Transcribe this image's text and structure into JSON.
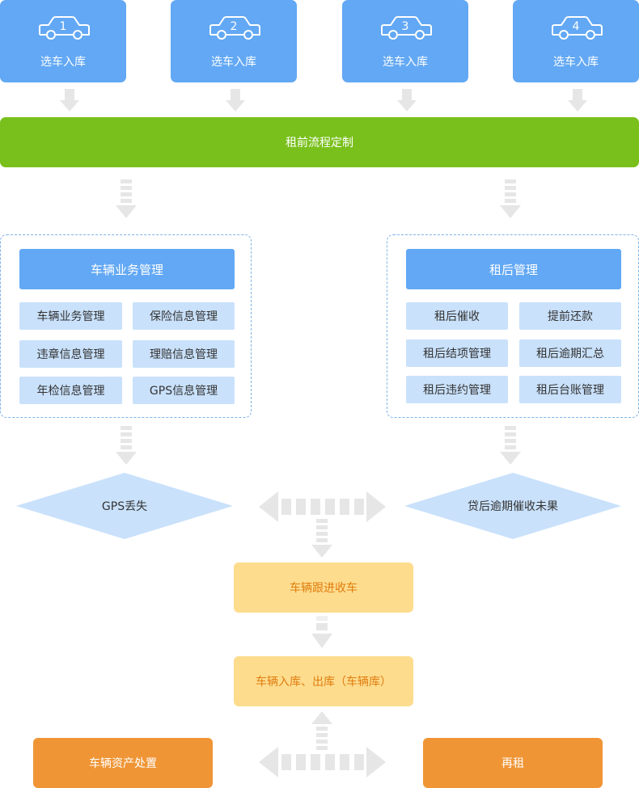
{
  "intake": {
    "cars": [
      {
        "number": "1",
        "label": "选车入库"
      },
      {
        "number": "2",
        "label": "选车入库"
      },
      {
        "number": "3",
        "label": "选车入库"
      },
      {
        "number": "4",
        "label": "选车入库"
      }
    ]
  },
  "banner": {
    "label": "租前流程定制"
  },
  "left_panel": {
    "title": "车辆业务管理",
    "items": [
      "车辆业务管理",
      "保险信息管理",
      "违章信息管理",
      "理赔信息管理",
      "年检信息管理",
      "GPS信息管理"
    ]
  },
  "right_panel": {
    "title": "租后管理",
    "items": [
      "租后催收",
      "提前还款",
      "租后结项管理",
      "租后逾期汇总",
      "租后违约管理",
      "租后台账管理"
    ]
  },
  "diamonds": {
    "left": "GPS丢失",
    "right": "贷后逾期催收未果"
  },
  "follow_up": {
    "label": "车辆跟进收车"
  },
  "garage": {
    "label": "车辆入库、出库（车辆库）"
  },
  "outcomes": {
    "left": "车辆资产处置",
    "right": "再租"
  },
  "colors": {
    "blue": "#62a8f4",
    "light_blue": "#c9e1fb",
    "green": "#79c01c",
    "yellow": "#fddc8d",
    "orange": "#f09535",
    "arrow_grey": "#e6e6e6"
  }
}
